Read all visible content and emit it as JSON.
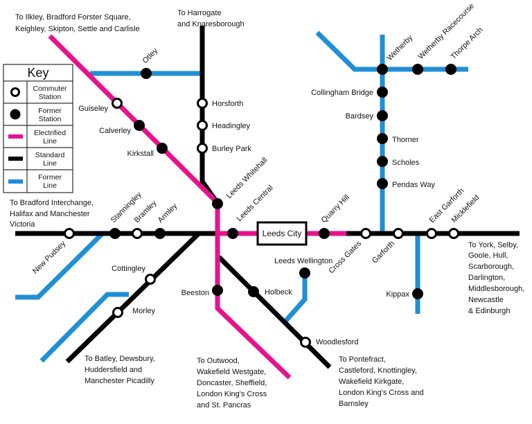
{
  "colors": {
    "electrified": "#e8128c",
    "standard": "#000000",
    "former": "#1f8fd6"
  },
  "key": {
    "title": "Key",
    "commuter_1": "Commuter",
    "commuter_2": "Station",
    "former_station_1": "Former",
    "former_station_2": "Station",
    "electrified_1": "Electrified",
    "electrified_2": "Line",
    "standard_1": "Standard",
    "standard_2": "Line",
    "former_line_1": "Former",
    "former_line_2": "Line"
  },
  "hub": {
    "label": "Leeds City"
  },
  "destinations": {
    "ilkley_1": "To Ilkley, Bradford Forster Square,",
    "ilkley_2": "Keighley, Skipton, Settle and Carlisle",
    "harrogate_1": "To Harrogate",
    "harrogate_2": "and Knaresborough",
    "bradford_1": "To Bradford Interchange,",
    "bradford_2": "Halifax and Manchester",
    "bradford_3": "Victoria",
    "york_1": "To York, Selby,",
    "york_2": "Goole, Hull,",
    "york_3": "Scarborough,",
    "york_4": "Darlington,",
    "york_5": "Middlesborough,",
    "york_6": "Newcastle",
    "york_7": "& Edinburgh",
    "batley_1": "To Batley, Dewsbury,",
    "batley_2": "Huddersfield and",
    "batley_3": "Manchester Picadilly",
    "outwood_1": "To Outwood,",
    "outwood_2": "Wakefield Westgate,",
    "outwood_3": "Doncaster, Sheffield,",
    "outwood_4": "London King's Cross",
    "outwood_5": "and St. Pancras",
    "pontefract_1": "To Pontefract,",
    "pontefract_2": "Castleford, Knottingley,",
    "pontefract_3": "Wakefield Kirkgate,",
    "pontefract_4": "London King's Cross and",
    "pontefract_5": "Barnsley"
  },
  "stations": {
    "otley": "Otley",
    "guiseley": "Guiseley",
    "calverley": "Calverley",
    "kirkstall": "Kirkstall",
    "horsforth": "Horsforth",
    "headingley": "Headingley",
    "burley_park": "Burley Park",
    "leeds_whitehall": "Leeds Whitehall",
    "leeds_central": "Leeds Central",
    "stanningley": "Stanningley",
    "bramley": "Bramley",
    "armley": "Armley",
    "new_pudsey": "New Pudsey",
    "cottingley": "Cottingley",
    "morley": "Morley",
    "beeston": "Beeston",
    "holbeck": "Holbeck",
    "leeds_wellington": "Leeds Wellington",
    "woodlesford": "Woodlesford",
    "quarry_hill": "Quarry Hill",
    "cross_gates": "Cross Gates",
    "garforth": "Garforth",
    "east_garforth": "East Garforth",
    "micklefield": "Micklefield",
    "kippax": "Kippax",
    "wetherby": "Wetherby",
    "wetherby_racecourse": "Wetherby Racecourse",
    "thorpe_arch": "Thorpe Arch",
    "collingham_bridge": "Collingham Bridge",
    "bardsey": "Bardsey",
    "thorner": "Thorner",
    "scholes": "Scholes",
    "pendas_way": "Pendas Way"
  }
}
